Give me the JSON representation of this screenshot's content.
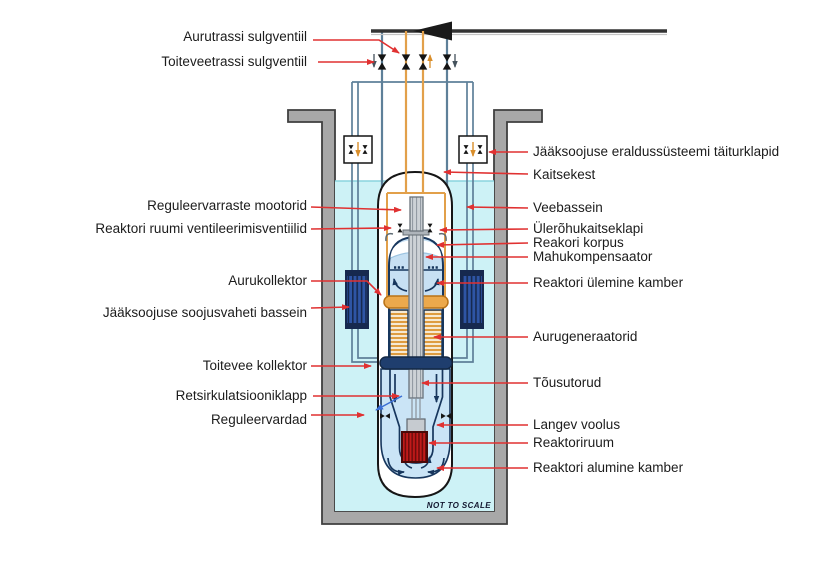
{
  "diagram": {
    "note": "NOT TO SCALE"
  },
  "labels": {
    "left": [
      {
        "id": "steam-line-isolation-valve",
        "text": "Aurutrassi sulgventiil"
      },
      {
        "id": "feedwater-line-isolation-valve",
        "text": "Toiteveetrassi sulgventiil"
      },
      {
        "id": "control-rod-drive-motors",
        "text": "Reguleervarraste mootorid"
      },
      {
        "id": "reactor-room-vent-valves",
        "text": "Reaktori ruumi ventileerimisventiilid"
      },
      {
        "id": "steam-collector",
        "text": "Aurukollektor"
      },
      {
        "id": "rhr-heat-exchanger-pool",
        "text": "Jääksoojuse soojusvaheti bassein"
      },
      {
        "id": "feedwater-collector",
        "text": "Toitevee kollektor"
      },
      {
        "id": "recirculation-valve",
        "text": "Retsirkulatsiooniklapp"
      },
      {
        "id": "control-rods",
        "text": "Reguleervardad"
      }
    ],
    "right": [
      {
        "id": "rhr-system-actuator-valves",
        "text": "Jääksoojuse eraldussüsteemi täiturklapid"
      },
      {
        "id": "containment",
        "text": "Kaitsekest"
      },
      {
        "id": "water-pool",
        "text": "Veebassein"
      },
      {
        "id": "overpressure-relief-valve",
        "text": "Ülerõhukaitseklapi"
      },
      {
        "id": "reactor-vessel",
        "text": "Reakori korpus"
      },
      {
        "id": "pressurizer",
        "text": "Mahukompensaator"
      },
      {
        "id": "reactor-upper-plenum",
        "text": "Reaktori ülemine kamber"
      },
      {
        "id": "steam-generators",
        "text": "Aurugeneraatorid"
      },
      {
        "id": "riser-tubes",
        "text": "Tõusutorud"
      },
      {
        "id": "downward-flow",
        "text": "Langev voolus"
      },
      {
        "id": "reactor-core",
        "text": "Reaktoriruum"
      },
      {
        "id": "reactor-lower-plenum",
        "text": "Reaktori alumine kamber"
      }
    ]
  },
  "colors": {
    "pool_water": "#CDF2F6",
    "concrete": "#A8A8A8",
    "containment_outline": "#161616",
    "pipe_orange": "#E2A04A",
    "pipe_gray": "#5E8099",
    "vessel_navy": "#17365D",
    "coolant_blue": "#C7E0F3",
    "core_red": "#C21A1A",
    "heat_exchanger_blue": "#2E55A5",
    "leader_red": "#E03131",
    "pointer_blue": "#3B6FD4"
  }
}
